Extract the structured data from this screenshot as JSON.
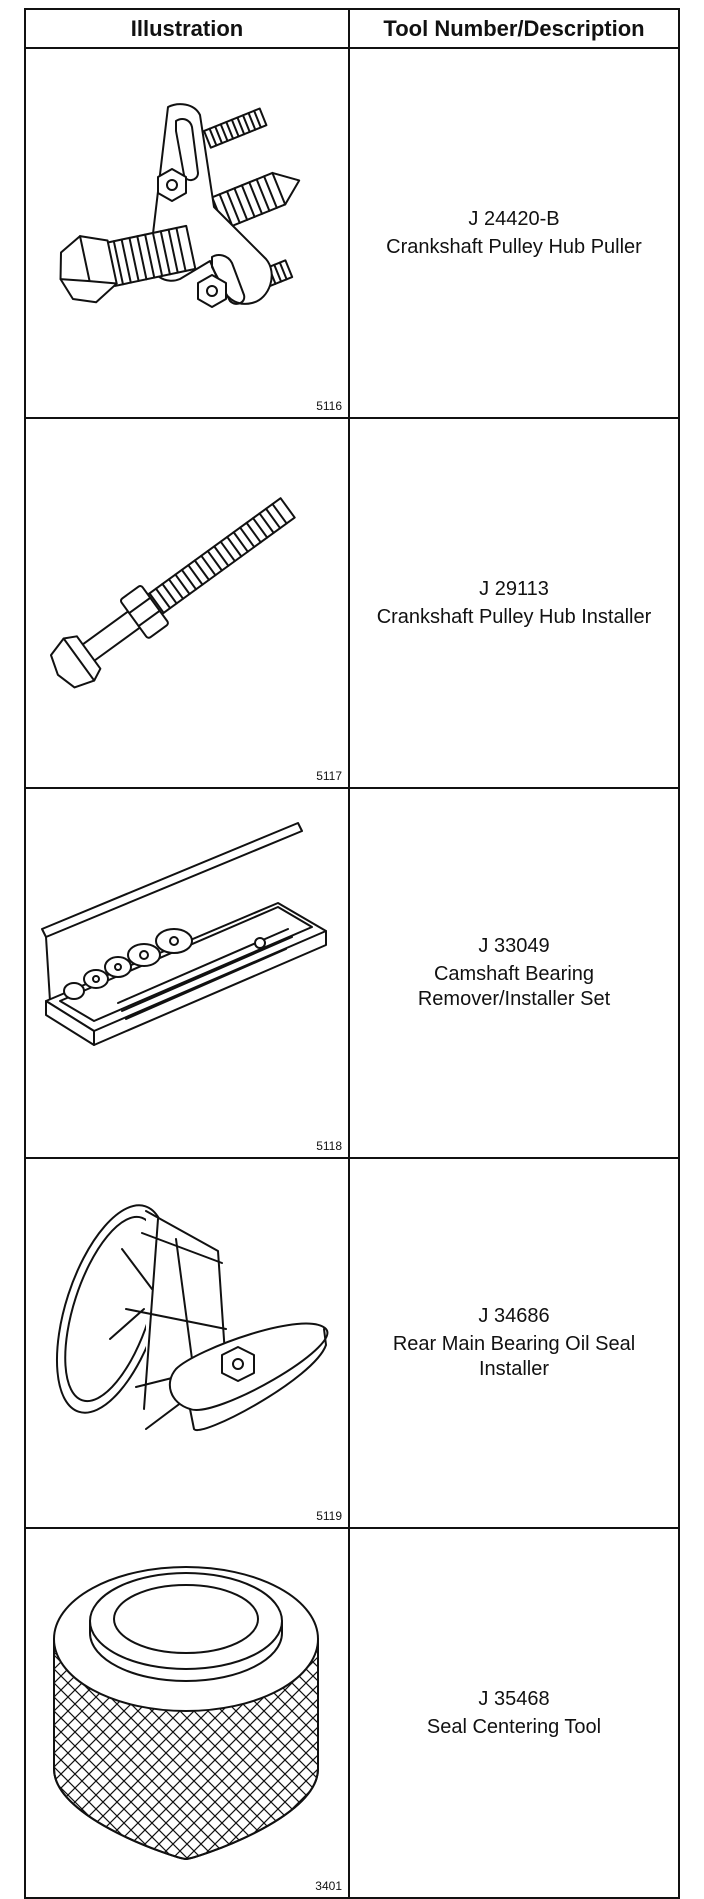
{
  "table": {
    "headers": [
      "Illustration",
      "Tool Number/Description"
    ],
    "rows": [
      {
        "figure": "5116",
        "tool_number": "J 24420-B",
        "description": "Crankshaft Pulley Hub Puller",
        "icon": "hub-puller-icon"
      },
      {
        "figure": "5117",
        "tool_number": "J 29113",
        "description": "Crankshaft Pulley Hub Installer",
        "icon": "hub-installer-icon"
      },
      {
        "figure": "5118",
        "tool_number": "J 33049",
        "description": "Camshaft Bearing Remover/Installer Set",
        "icon": "bearing-set-icon"
      },
      {
        "figure": "5119",
        "tool_number": "J 34686",
        "description": "Rear Main Bearing Oil Seal Installer",
        "icon": "seal-installer-icon"
      },
      {
        "figure": "3401",
        "tool_number": "J 35468",
        "description": "Seal Centering Tool",
        "icon": "centering-tool-icon"
      }
    ]
  }
}
